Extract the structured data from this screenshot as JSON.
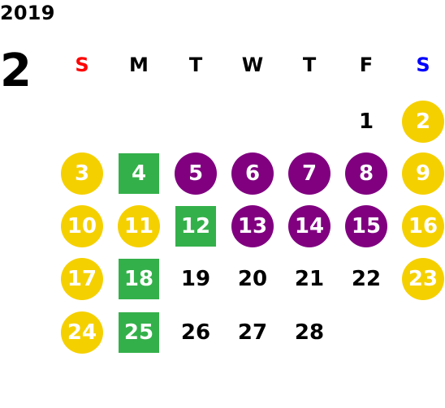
{
  "header": {
    "year": "2019",
    "month": "2"
  },
  "colors": {
    "sunday": "#ff0000",
    "saturday": "#0000ff",
    "weekday": "#000000",
    "marker_yellow": "#f5d000",
    "marker_purple": "#800080",
    "marker_green": "#34b04a"
  },
  "weekdays": [
    "S",
    "M",
    "T",
    "W",
    "T",
    "F",
    "S"
  ],
  "days": [
    {
      "label": "1",
      "marker": "none"
    },
    {
      "label": "2",
      "marker": "yellow"
    },
    {
      "label": "3",
      "marker": "yellow"
    },
    {
      "label": "4",
      "marker": "green"
    },
    {
      "label": "5",
      "marker": "purple"
    },
    {
      "label": "6",
      "marker": "purple"
    },
    {
      "label": "7",
      "marker": "purple"
    },
    {
      "label": "8",
      "marker": "purple"
    },
    {
      "label": "9",
      "marker": "yellow"
    },
    {
      "label": "10",
      "marker": "yellow"
    },
    {
      "label": "11",
      "marker": "yellow"
    },
    {
      "label": "12",
      "marker": "green"
    },
    {
      "label": "13",
      "marker": "purple"
    },
    {
      "label": "14",
      "marker": "purple"
    },
    {
      "label": "15",
      "marker": "purple"
    },
    {
      "label": "16",
      "marker": "yellow"
    },
    {
      "label": "17",
      "marker": "yellow"
    },
    {
      "label": "18",
      "marker": "green"
    },
    {
      "label": "19",
      "marker": "none"
    },
    {
      "label": "20",
      "marker": "none"
    },
    {
      "label": "21",
      "marker": "none"
    },
    {
      "label": "22",
      "marker": "none"
    },
    {
      "label": "23",
      "marker": "yellow"
    },
    {
      "label": "24",
      "marker": "yellow"
    },
    {
      "label": "25",
      "marker": "green"
    },
    {
      "label": "26",
      "marker": "none"
    },
    {
      "label": "27",
      "marker": "none"
    },
    {
      "label": "28",
      "marker": "none"
    }
  ]
}
